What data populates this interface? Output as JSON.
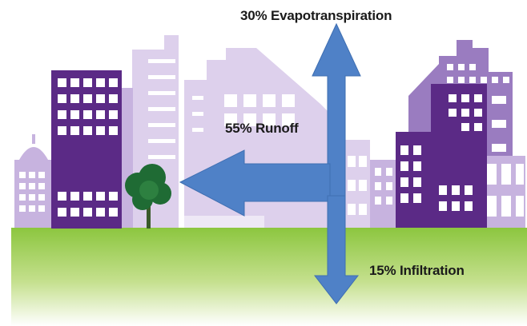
{
  "labels": {
    "evapotranspiration": "30% Evapotranspiration",
    "runoff": "55% Runoff",
    "infiltration": "15% Infiltration"
  },
  "colors": {
    "ground_top": "#8cc63f",
    "ground_bottom": "#ffffff",
    "building_dark": "#5b2a86",
    "building_mid": "#9a7cc0",
    "building_light": "#c7b3df",
    "building_pale": "#ddd0ec",
    "window": "#ffffff",
    "arrow": "#4f81c7",
    "tree": "#1f6b34",
    "trunk": "#3a5a2a",
    "text": "#1a1a1a"
  }
}
